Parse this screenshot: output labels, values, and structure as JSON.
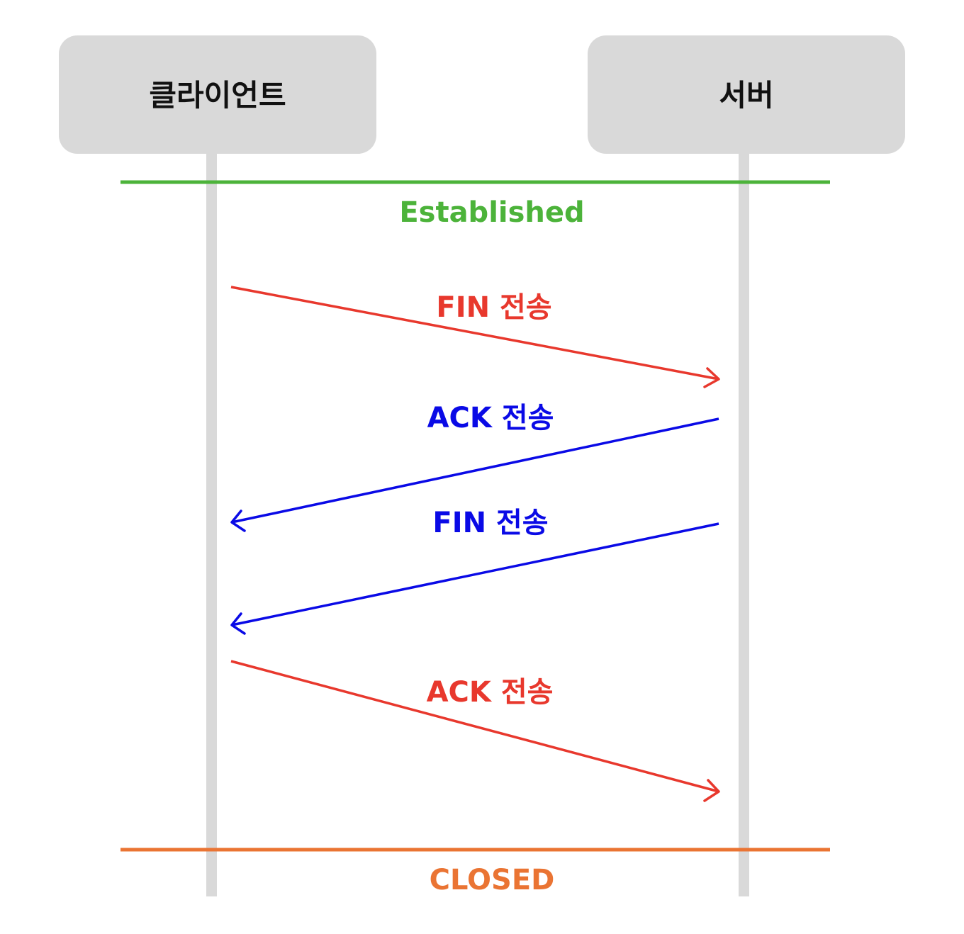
{
  "actors": {
    "client": "클라이언트",
    "server": "서버"
  },
  "states": {
    "established": "Established",
    "closed": "CLOSED"
  },
  "messages": [
    {
      "label": "FIN 전송",
      "from": "client",
      "to": "server",
      "color": "#e8382d"
    },
    {
      "label": "ACK 전송",
      "from": "server",
      "to": "client",
      "color": "#0a0ae6"
    },
    {
      "label": "FIN 전송",
      "from": "server",
      "to": "client",
      "color": "#0a0ae6"
    },
    {
      "label": "ACK 전송",
      "from": "client",
      "to": "server",
      "color": "#e8382d"
    }
  ],
  "colors": {
    "established": "#4cb33a",
    "closed": "#ea7433",
    "lifeline": "#d9d9d9",
    "actor_box": "#d9d9d9"
  }
}
